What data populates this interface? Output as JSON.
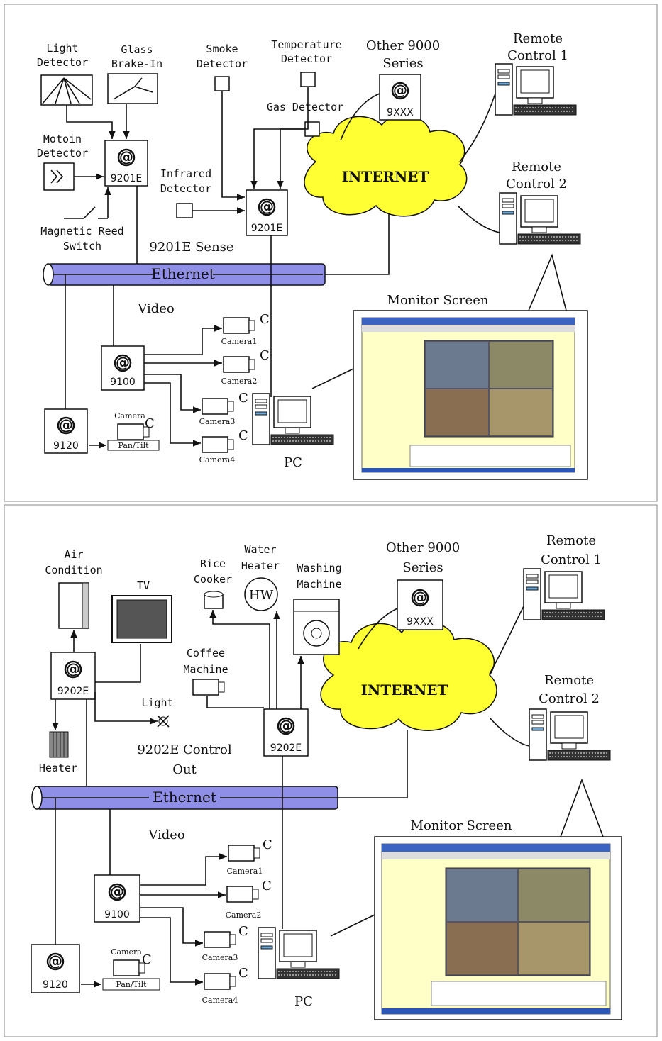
{
  "top": {
    "light_detector": [
      "Light",
      "Detector"
    ],
    "glass_break": [
      "Glass",
      "Brake-In"
    ],
    "smoke_detector": [
      "Smoke",
      "Detector"
    ],
    "temperature_detector": [
      "Temperature",
      "Detector"
    ],
    "gas_detector": "Gas Detector",
    "other_series": [
      "Other 9000",
      "Series"
    ],
    "other_device": "9XXX",
    "remote1": [
      "Remote",
      "Control 1"
    ],
    "remote2": [
      "Remote",
      "Control 2"
    ],
    "motion_detector": [
      "Motoin",
      "Detector"
    ],
    "infrared_detector": [
      "Infrared",
      "Detector"
    ],
    "magnetic_switch": [
      "Magnetic Reed",
      "Switch"
    ],
    "device_a": "9201E",
    "device_b": "9201E",
    "internet": "INTERNET",
    "sense_label": "9201E Sense",
    "ethernet": "Ethernet",
    "video": "Video",
    "monitor": "Monitor Screen",
    "cameras": [
      "Camera1",
      "Camera2",
      "Camera3",
      "Camera4"
    ],
    "dvr": "9100",
    "ptz_device": "9120",
    "camera_label": "Camera",
    "pantilt": "Pan/Tilt",
    "pc": "PC"
  },
  "bottom": {
    "air_condition": [
      "Air",
      "Condition"
    ],
    "tv": "TV",
    "rice_cooker": [
      "Rice",
      "Cooker"
    ],
    "water_heater": [
      "Water",
      "Heater"
    ],
    "hw": "HW",
    "washing_machine": [
      "Washing",
      "Machine"
    ],
    "other_series": [
      "Other 9000",
      "Series"
    ],
    "other_device": "9XXX",
    "remote1": [
      "Remote",
      "Control 1"
    ],
    "remote2": [
      "Remote",
      "Control 2"
    ],
    "device_a": "9202E",
    "device_b": "9202E",
    "coffee_machine": [
      "Coffee",
      "Machine"
    ],
    "light": "Light",
    "heater": "Heater",
    "control_label": [
      "9202E Control",
      "Out"
    ],
    "internet": "INTERNET",
    "ethernet": "Ethernet",
    "video": "Video",
    "monitor": "Monitor Screen",
    "cameras": [
      "Camera1",
      "Camera2",
      "Camera3",
      "Camera4"
    ],
    "dvr": "9100",
    "ptz_device": "9120",
    "camera_label": "Camera",
    "pantilt": "Pan/Tilt",
    "pc": "PC"
  },
  "colors": {
    "cloud": "#ffff33",
    "ethernet": "#8f8fe8",
    "screen_bg": "#ffffc8"
  }
}
